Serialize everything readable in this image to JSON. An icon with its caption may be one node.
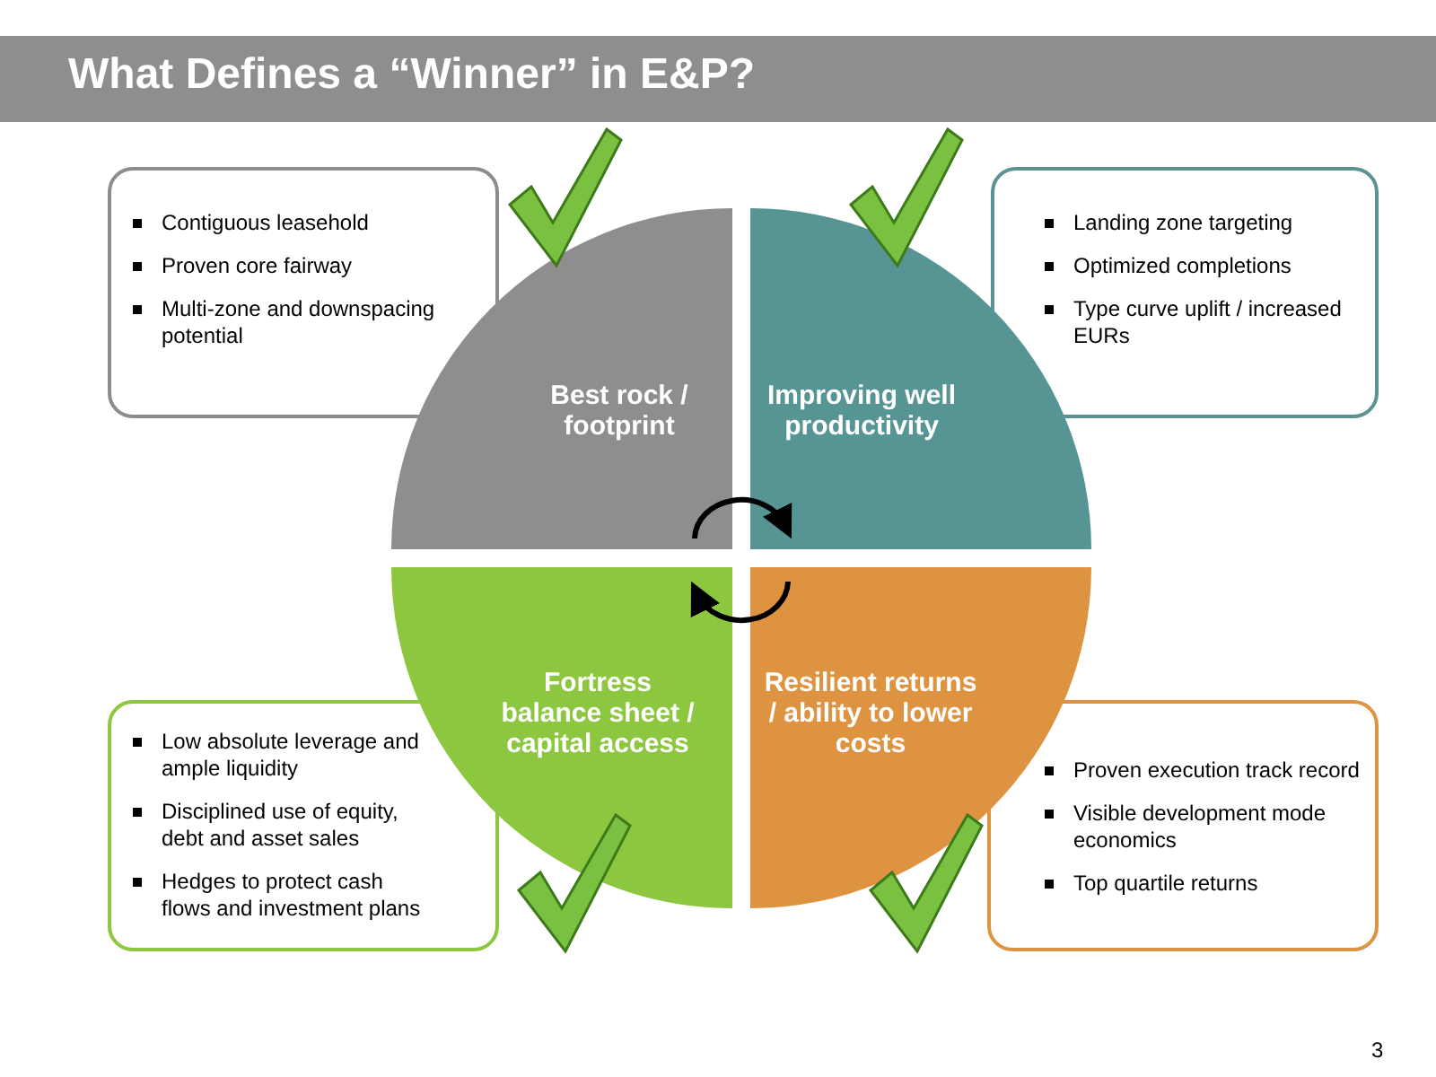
{
  "diagram": {
    "title": "What Defines a “Winner” in E&P?",
    "nodes": [
      {
        "text": [
          "Contiguous leasehold",
          "Proven core fairway",
          "Multi-zone and downspacing potential"
        ]
      },
      {
        "text": [
          "Best rock / footprint"
        ]
      },
      {
        "text": [
          "Improving well productivity"
        ]
      },
      {
        "text": [
          "Landing zone targeting",
          "Optimized completions",
          "Type curve uplift / increased EURs"
        ]
      },
      {
        "text": [
          "Low absolute leverage and ample liquidity",
          "Disciplined use of equity, debt and asset sales",
          "Hedges to protect cash flows and investment plans"
        ]
      },
      {
        "text": [
          "Fortress balance sheet / capital access"
        ]
      },
      {
        "text": [
          "Resilient returns / ability to lower costs"
        ]
      },
      {
        "text": [
          "Proven execution track record",
          "Visible development mode economics",
          "Top quartile returns"
        ]
      }
    ],
    "edges": [
      {
        "from": 1,
        "to": 2,
        "arrow": "to"
      },
      {
        "from": 6,
        "to": 5,
        "arrow": "to"
      }
    ],
    "labels": [
      "3"
    ]
  }
}
